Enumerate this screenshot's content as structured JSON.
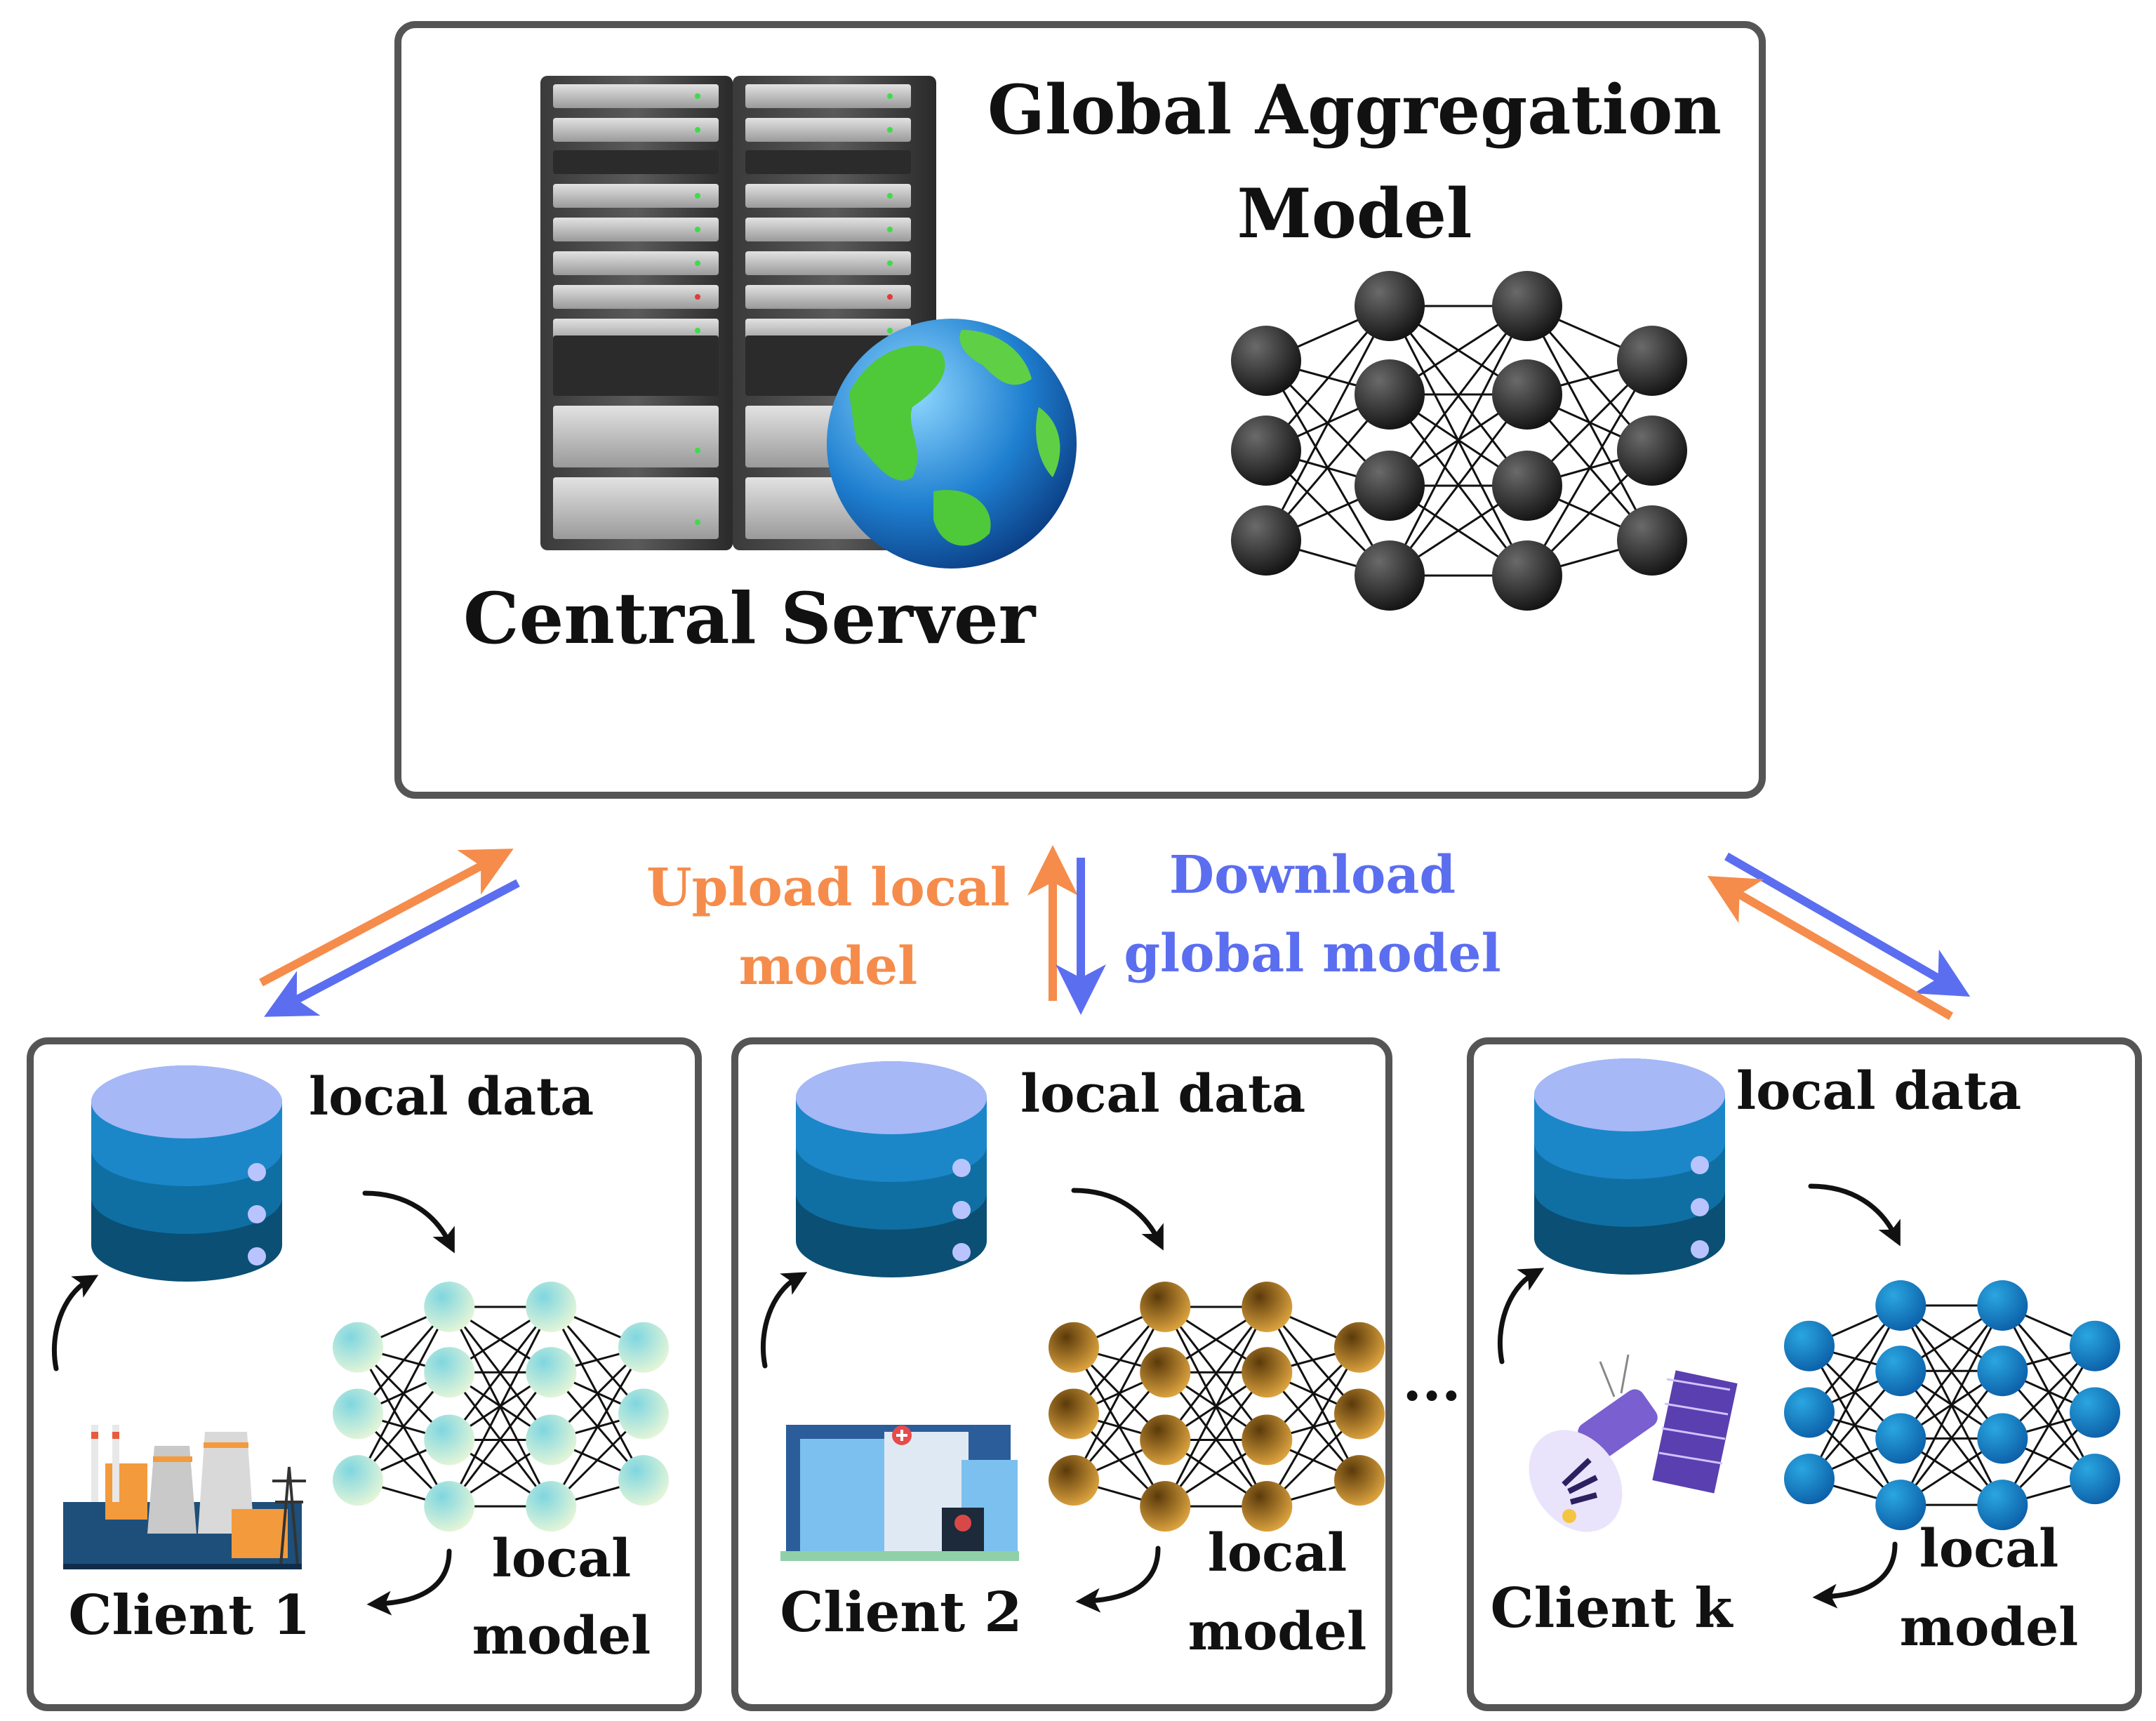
{
  "server": {
    "title_line1": "Global Aggregation",
    "title_line2": "Model",
    "label": "Central Server"
  },
  "flow": {
    "upload_line1": "Upload local",
    "upload_line2": "model",
    "download_line1": "Download",
    "download_line2": "global model",
    "upload_color": "#f58c4b",
    "download_color": "#5b6ef0"
  },
  "clients": [
    {
      "name": "Client 1",
      "data_label": "local data",
      "model_line1": "local",
      "model_line2": "model",
      "icon": "factory-icon",
      "node_color": "#9fe3e8"
    },
    {
      "name": "Client 2",
      "data_label": "local data",
      "model_line1": "local",
      "model_line2": "model",
      "icon": "hospital-icon",
      "node_color": "#8a5a10"
    },
    {
      "name": "Client k",
      "data_label": "local data",
      "model_line1": "local",
      "model_line2": "model",
      "icon": "satellite-icon",
      "node_color": "#1a82c4"
    }
  ],
  "ellipsis": "..."
}
